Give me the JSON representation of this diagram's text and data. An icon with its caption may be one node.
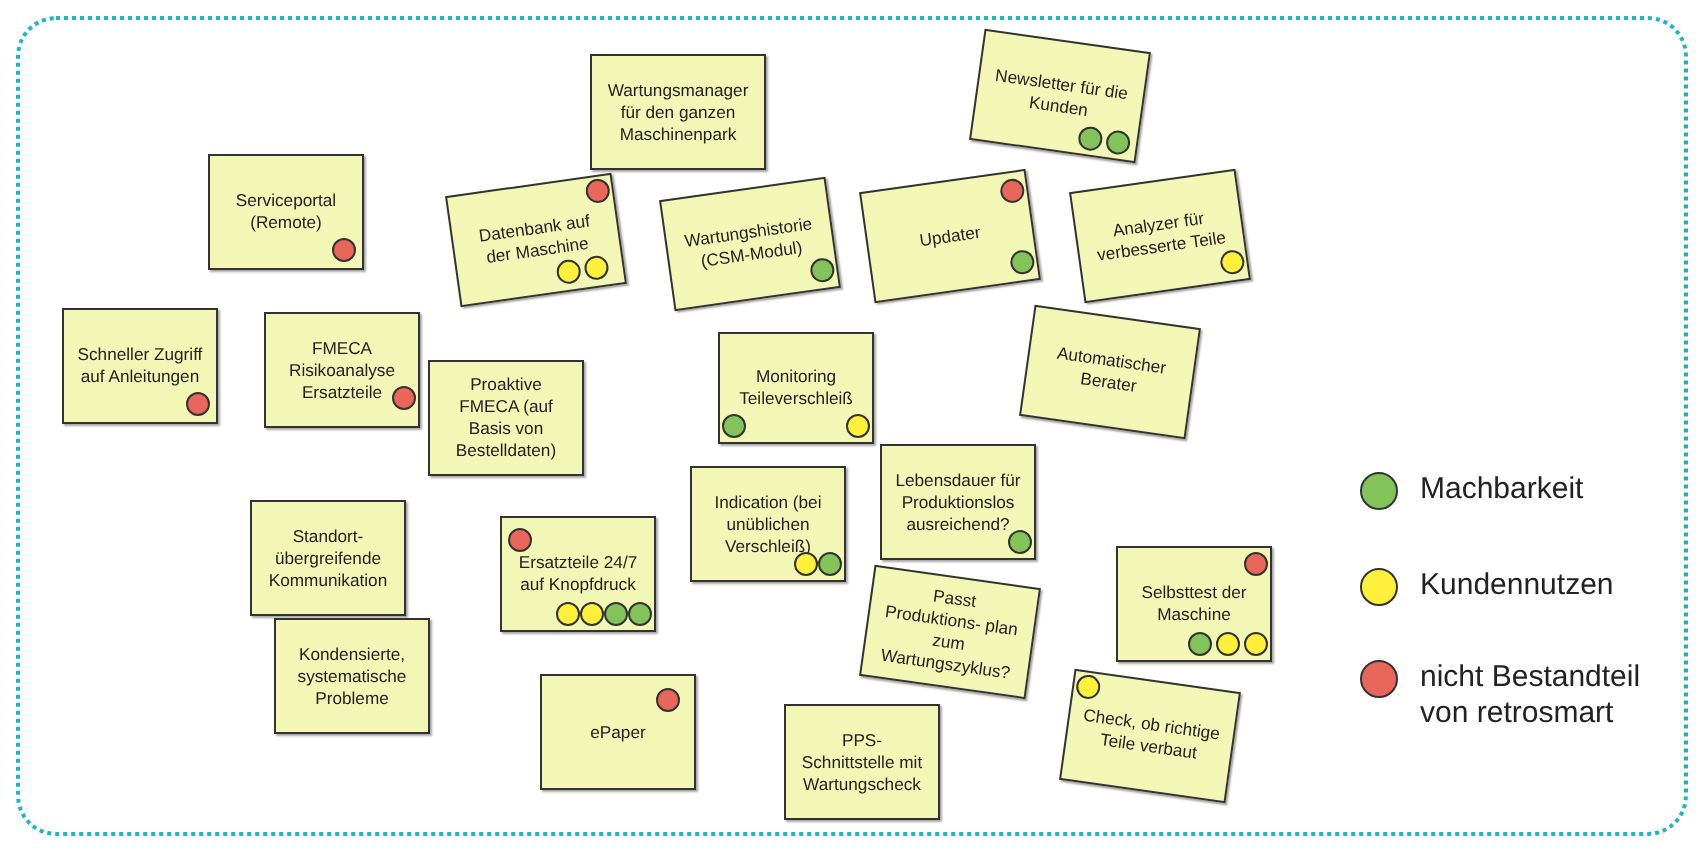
{
  "diagram": {
    "nodes": [
      {
        "text": [
          "Wartungsmanager für den ganzen Maschinenpark"
        ]
      },
      {
        "text": [
          "Serviceportal (Remote)"
        ]
      },
      {
        "text": [
          "Datenbank auf der Maschine"
        ]
      },
      {
        "text": [
          "Wartungshistorie (CSM-Modul)"
        ]
      },
      {
        "text": [
          "Newsletter für die Kunden"
        ]
      },
      {
        "text": [
          "Updater"
        ]
      },
      {
        "text": [
          "Analyzer für verbesserte Teile"
        ]
      },
      {
        "text": [
          "Automatischer Berater"
        ]
      },
      {
        "text": [
          "Schneller Zugriff auf Anleitungen"
        ]
      },
      {
        "text": [
          "FMECA Risikoanalyse Ersatzteile"
        ]
      },
      {
        "text": [
          "Proaktive FMECA (auf Basis von Bestelldaten)"
        ]
      },
      {
        "text": [
          "Monitoring Teileverschleiß"
        ]
      },
      {
        "text": [
          "Lebensdauer für Produktionslos ausreichend?"
        ]
      },
      {
        "text": [
          "Indication (bei unüblichen Verschleiß)"
        ]
      },
      {
        "text": [
          "Standort- übergreifende Kommunikation"
        ]
      },
      {
        "text": [
          "Ersatzteile 24/7 auf Knopfdruck"
        ]
      },
      {
        "text": [
          "Kondensierte, systematische Probleme"
        ]
      },
      {
        "text": [
          "Passt Produktions- plan zum Wartungszyklus?"
        ]
      },
      {
        "text": [
          "Selbsttest der Maschine"
        ]
      },
      {
        "text": [
          "Check, ob richtige Teile verbaut"
        ]
      },
      {
        "text": [
          "PPS- Schnittstelle mit Wartungscheck"
        ]
      },
      {
        "text": [
          "ePaper"
        ]
      }
    ],
    "legend": [
      {
        "text": "Machbarkeit",
        "color": "#82c35a"
      },
      {
        "text": "Kundennutzen",
        "color": "#fff03c"
      },
      {
        "text": "nicht Bestandteil von retrosmart",
        "color": "#e8665a"
      }
    ]
  }
}
